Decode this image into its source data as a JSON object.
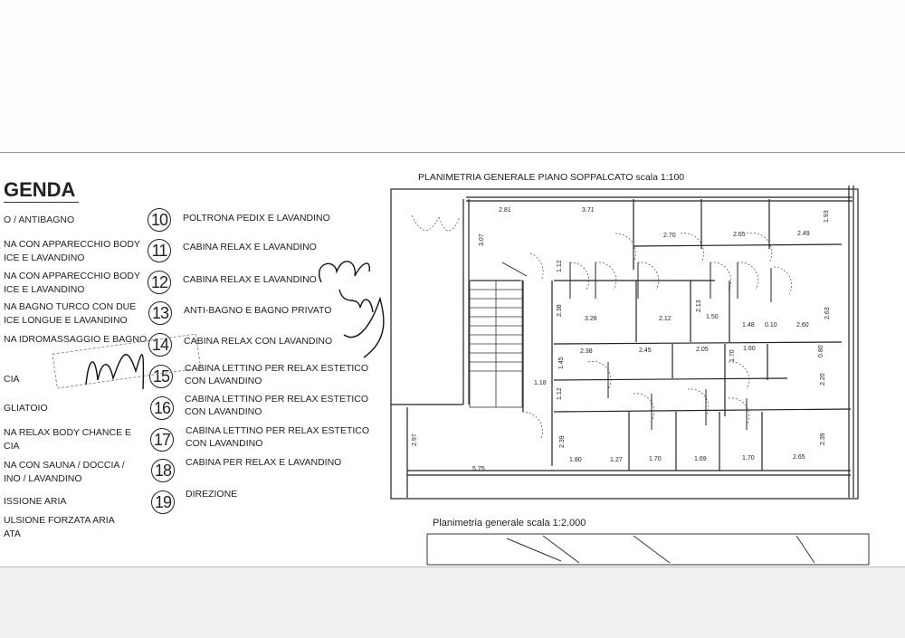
{
  "legend": {
    "title": "GENDA",
    "left_items": [
      "O / ANTIBAGNO",
      "NA CON APPARECCHIO BODY",
      "ICE E LAVANDINO",
      "NA CON APPARECCHIO BODY",
      "ICE E LAVANDINO",
      "NA BAGNO TURCO CON DUE",
      "ICE LONGUE E LAVANDINO",
      "NA IDROMASSAGGIO E BAGNO",
      "CIA",
      "GLIATOIO",
      "NA RELAX BODY CHANCE E",
      "CIA",
      "NA CON SAUNA / DOCCIA /",
      "INO / LAVANDINO",
      "ISSIONE ARIA",
      "ULSIONE FORZATA ARIA",
      "ATA"
    ],
    "right_items": [
      {
        "n": "10",
        "lines": [
          "POLTRONA PEDIX E LAVANDINO"
        ]
      },
      {
        "n": "11",
        "lines": [
          "CABINA RELAX E LAVANDINO"
        ]
      },
      {
        "n": "12",
        "lines": [
          "CABINA RELAX E LAVANDINO"
        ]
      },
      {
        "n": "13",
        "lines": [
          "ANTI-BAGNO E BAGNO PRIVATO"
        ]
      },
      {
        "n": "14",
        "lines": [
          "CABINA RELAX CON LAVANDINO"
        ]
      },
      {
        "n": "15",
        "lines": [
          "CABINA LETTINO PER RELAX ESTETICO",
          "CON LAVANDINO"
        ]
      },
      {
        "n": "16",
        "lines": [
          "CABINA LETTINO PER RELAX ESTETICO",
          "CON LAVANDINO"
        ]
      },
      {
        "n": "17",
        "lines": [
          "CABINA LETTINO PER RELAX ESTETICO",
          "CON LAVANDINO"
        ]
      },
      {
        "n": "18",
        "lines": [
          "CABINA PER RELAX E LAVANDINO"
        ]
      },
      {
        "n": "19",
        "lines": [
          "DIREZIONE"
        ]
      }
    ]
  },
  "plan": {
    "title": "PLANIMETRIA GENERALE PIANO SOPPALCATO",
    "scale": "scala 1:100",
    "dimensions": [
      "2.81",
      "3.71",
      "2.70",
      "2.65",
      "2.49",
      "1.93",
      "3.07",
      "1.12",
      "2.38",
      "3.28",
      "2.12",
      "2.13",
      "1.50",
      "1.48",
      "0.10",
      "2.60",
      "2.63",
      "2.38",
      "2.45",
      "2.05",
      "1.60",
      "1.70",
      "0.80",
      "1.45",
      "1.18",
      "1.12",
      "2.20",
      "2.97",
      "2.39",
      "2.39",
      "5.75",
      "1.80",
      "1.27",
      "1.70",
      "1.69",
      "1.70",
      "2.65"
    ]
  },
  "site_plan": {
    "title": "Planimetria generale scala 1:2.000"
  },
  "colors": {
    "ink": "#222222",
    "paper": "#ffffff",
    "scan_gray": "#f1f1f1"
  }
}
